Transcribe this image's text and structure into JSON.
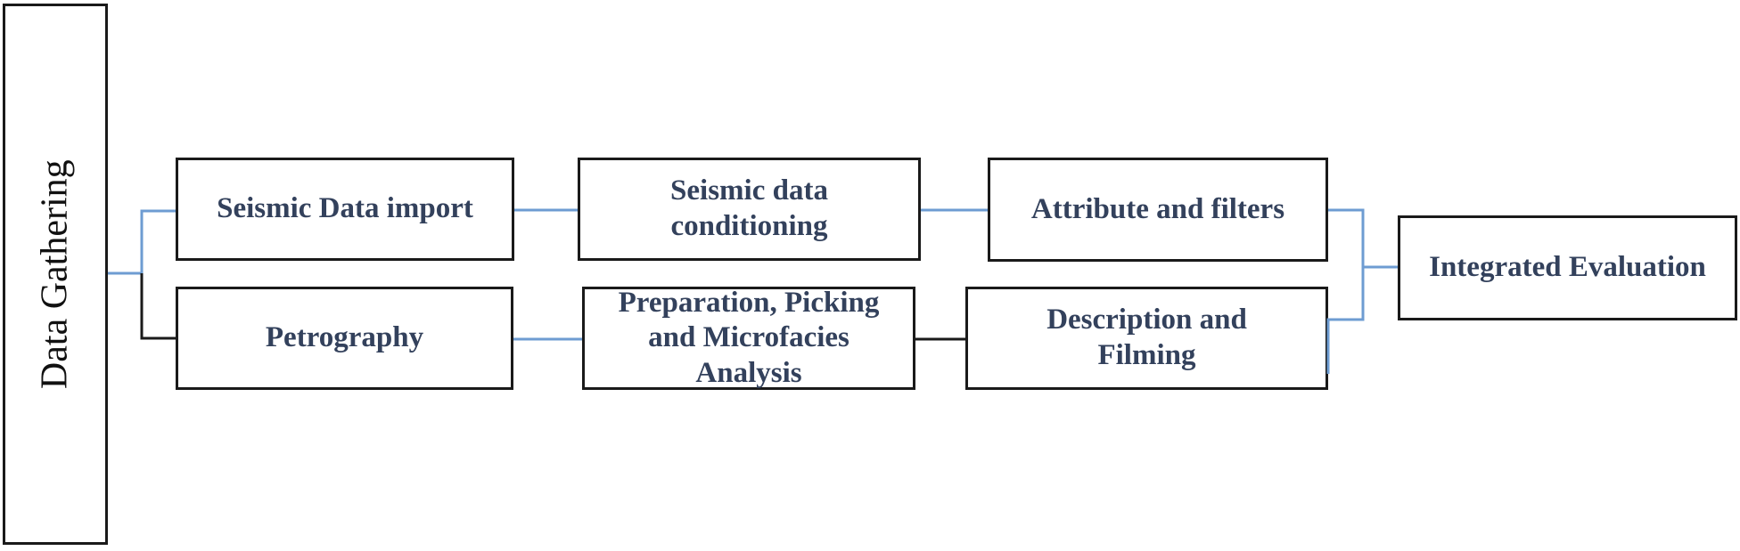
{
  "diagram": {
    "type": "flowchart",
    "nodes": [
      {
        "id": "data-gathering",
        "label": "Data Gathering"
      },
      {
        "id": "seismic-import",
        "label": "Seismic Data import"
      },
      {
        "id": "seismic-conditioning",
        "label": "Seismic data\nconditioning"
      },
      {
        "id": "attribute-filters",
        "label": "Attribute and filters"
      },
      {
        "id": "petrography",
        "label": "Petrography"
      },
      {
        "id": "preparation",
        "label": "Preparation, Picking\nand Microfacies\nAnalysis"
      },
      {
        "id": "description-filming",
        "label": "Description and\nFilming"
      },
      {
        "id": "integrated-evaluation",
        "label": "Integrated Evaluation"
      }
    ],
    "edges": [
      {
        "from": "data-gathering",
        "to": "seismic-import",
        "color": "blue"
      },
      {
        "from": "data-gathering",
        "to": "petrography",
        "color": "black"
      },
      {
        "from": "seismic-import",
        "to": "seismic-conditioning",
        "color": "blue"
      },
      {
        "from": "seismic-conditioning",
        "to": "attribute-filters",
        "color": "blue"
      },
      {
        "from": "attribute-filters",
        "to": "integrated-evaluation",
        "color": "blue"
      },
      {
        "from": "petrography",
        "to": "preparation",
        "color": "blue"
      },
      {
        "from": "preparation",
        "to": "description-filming",
        "color": "black"
      },
      {
        "from": "description-filming",
        "to": "integrated-evaluation",
        "color": "blue"
      }
    ]
  },
  "colors": {
    "connector_blue": "#6e9cd2",
    "connector_black": "#1a1a1a",
    "node_border": "#1a1a1a",
    "node_text": "#33415c",
    "side_text": "#111111",
    "bg": "#ffffff"
  }
}
